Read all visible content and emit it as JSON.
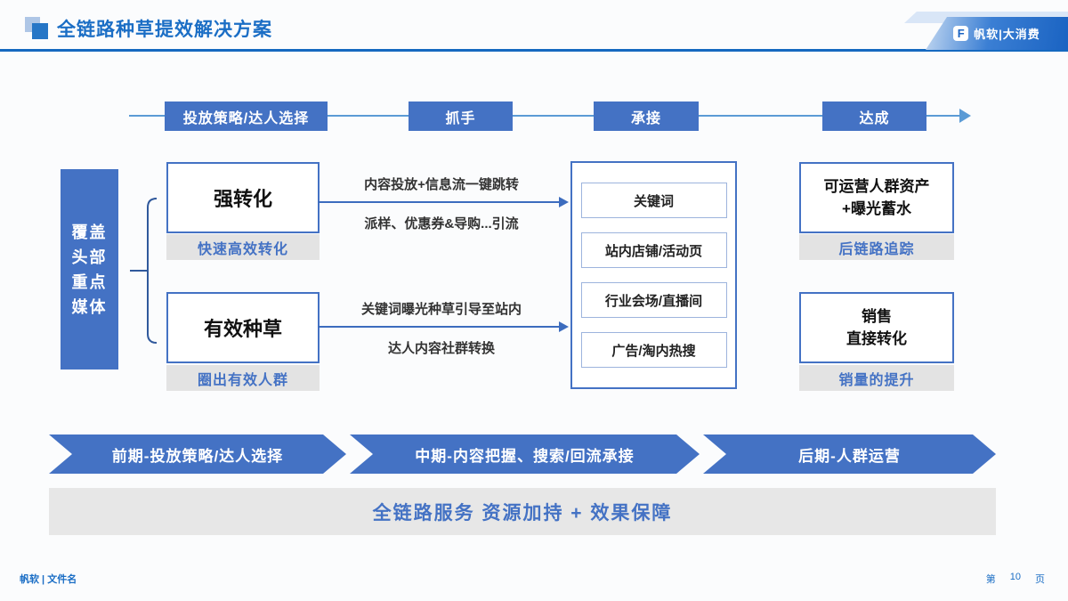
{
  "header": {
    "title": "全链路种草提效解决方案",
    "brand": "帆软|大消费",
    "brand_logo_glyph": "F"
  },
  "stages": [
    {
      "label": "投放策略/达人选择"
    },
    {
      "label": "抓手"
    },
    {
      "label": "承接"
    },
    {
      "label": "达成"
    }
  ],
  "coverage_box": {
    "lines": [
      "覆盖",
      "头部",
      "重点",
      "媒体"
    ]
  },
  "strategy_boxes": [
    {
      "title": "强转化",
      "tag": "快速高效转化"
    },
    {
      "title": "有效种草",
      "tag": "圈出有效人群"
    }
  ],
  "flow_arrows": [
    {
      "line1": "内容投放+信息流一键跳转",
      "line2": "派样、优惠券&导购...引流"
    },
    {
      "line1": "关键词曝光种草引导至站内",
      "line2": "达人内容社群转换"
    }
  ],
  "carrier_box": {
    "items": [
      "关键词",
      "站内店铺/活动页",
      "行业会场/直播间",
      "广告/淘内热搜"
    ]
  },
  "result_boxes": [
    {
      "line1": "可运营人群资产",
      "line2": "+曝光蓄水",
      "tag": "后链路追踪"
    },
    {
      "line1": "销售",
      "line2": "直接转化",
      "tag": "销量的提升"
    }
  ],
  "phase_banners": [
    {
      "label": "前期-投放策略/达人选择"
    },
    {
      "label": "中期-内容把握、搜索/回流承接"
    },
    {
      "label": "后期-人群运营"
    }
  ],
  "bottom_bar": {
    "label": "全链路服务 资源加持 + 效果保障"
  },
  "footer": {
    "doc_label": "帆软 | 文件名",
    "page_prefix": "第",
    "page_number": "10",
    "page_suffix": "页"
  },
  "colors": {
    "accent_blue": "#4472c4",
    "title_blue": "#1b6ec5",
    "header_rule_blue": "#1569c0",
    "stage_line_blue": "#5b9bd5",
    "tag_gray": "#e3e3e3",
    "bar_gray": "#e7e7e7"
  }
}
